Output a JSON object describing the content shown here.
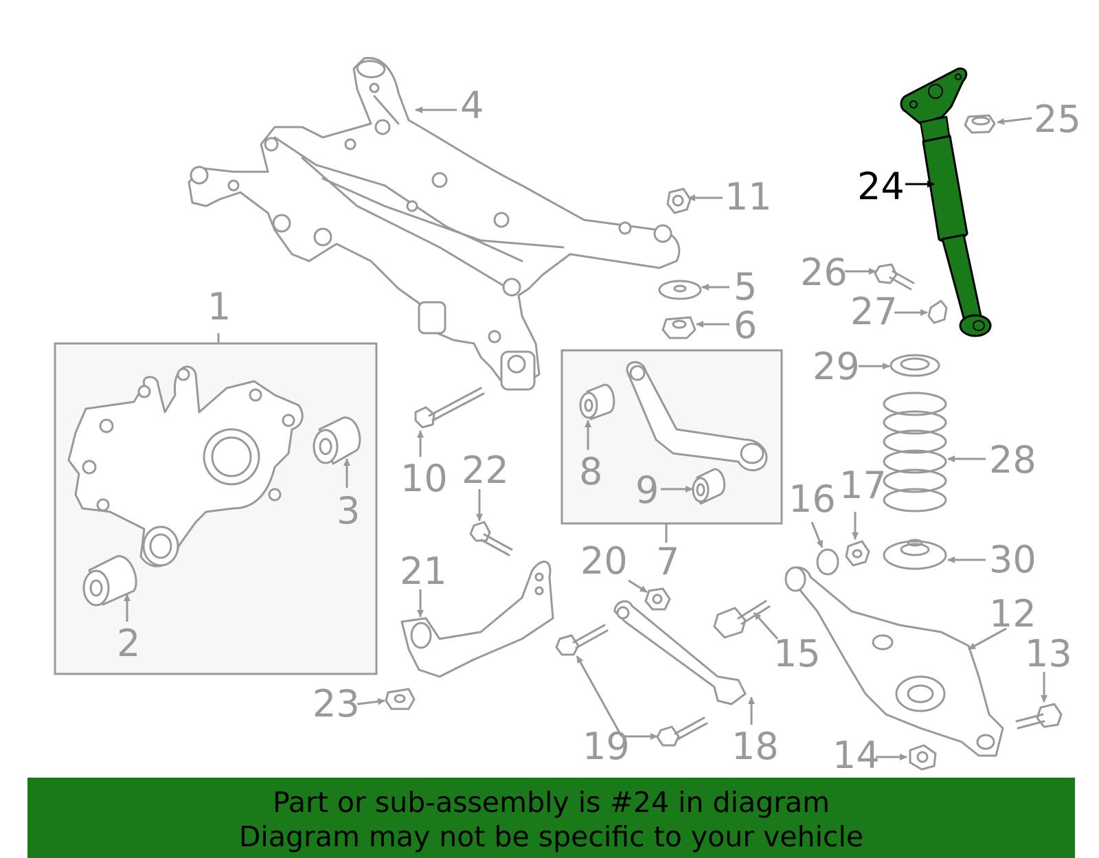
{
  "highlight_color": "#1a7a1a",
  "callouts": {
    "c1": "1",
    "c2": "2",
    "c3": "3",
    "c4": "4",
    "c5": "5",
    "c6": "6",
    "c7": "7",
    "c8": "8",
    "c9": "9",
    "c10": "10",
    "c11": "11",
    "c12": "12",
    "c13": "13",
    "c14": "14",
    "c15": "15",
    "c16": "16",
    "c17": "17",
    "c18": "18",
    "c19": "19",
    "c20": "20",
    "c21": "21",
    "c22": "22",
    "c23": "23",
    "c24": "24",
    "c25": "25",
    "c26": "26",
    "c27": "27",
    "c28": "28",
    "c29": "29",
    "c30": "30"
  },
  "banner": {
    "line1": "Part or sub-assembly is #24 in diagram",
    "line2": "Diagram may not be specific to your vehicle"
  }
}
